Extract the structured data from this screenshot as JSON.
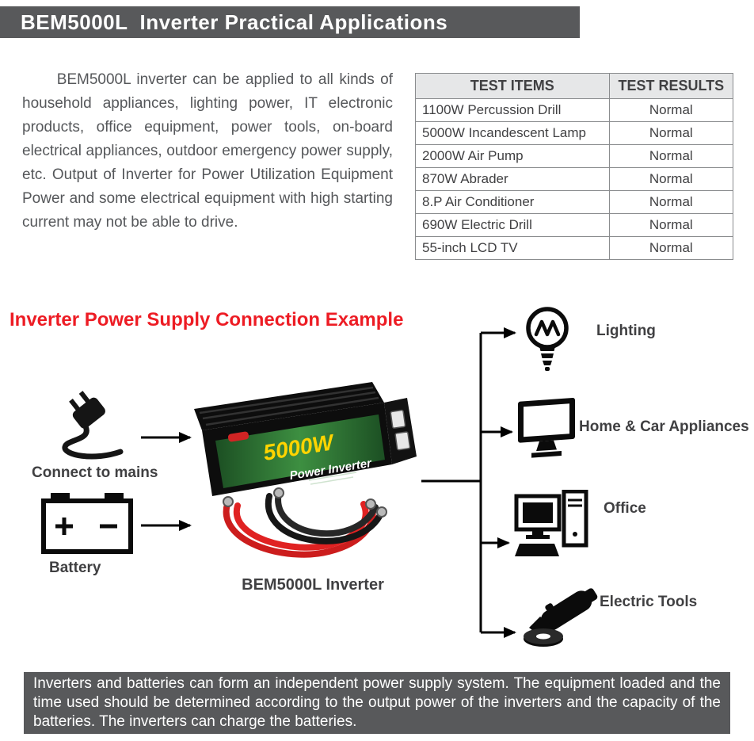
{
  "header": {
    "title": "BEM5000L  Inverter Practical Applications"
  },
  "intro": {
    "text": "BEM5000L inverter can be applied to all kinds of household appliances, lighting power, IT electronic products, office equipment, power tools, on-board electrical appliances, outdoor emergency power supply, etc. Output of Inverter for Power Utilization Equipment Power and some electrical equipment with high starting current may not be able to drive."
  },
  "test_table": {
    "headers": [
      "TEST ITEMS",
      "TEST RESULTS"
    ],
    "rows": [
      [
        "1100W Percussion Drill",
        "Normal"
      ],
      [
        "5000W Incandescent Lamp",
        "Normal"
      ],
      [
        "2000W Air Pump",
        "Normal"
      ],
      [
        "870W Abrader",
        "Normal"
      ],
      [
        "8.P Air Conditioner",
        "Normal"
      ],
      [
        "690W Electric Drill",
        "Normal"
      ],
      [
        "55-inch LCD TV",
        "Normal"
      ]
    ]
  },
  "diagram": {
    "title": "Inverter Power Supply Connection Example",
    "sources": [
      {
        "icon": "plug-icon",
        "label": "Connect to mains"
      },
      {
        "icon": "battery-icon",
        "label": "Battery"
      }
    ],
    "inverter": {
      "wattage": "5000W",
      "subtitle": "Power Inverter",
      "caption": "BEM5000L Inverter"
    },
    "loads": [
      {
        "icon": "light-bulb-icon",
        "label": "Lighting"
      },
      {
        "icon": "tv-icon",
        "label": "Home & Car Appliances"
      },
      {
        "icon": "desktop-computer-icon",
        "label": "Office"
      },
      {
        "icon": "angle-grinder-icon",
        "label": "Electric Tools"
      }
    ]
  },
  "footer": {
    "text": "Inverters and batteries can form an independent power supply system. The equipment loaded and the time used should be determined according to the output power of the inverters and the capacity of the batteries. The inverters can charge the batteries."
  },
  "colors": {
    "banner_bg": "#58595b",
    "accent_red": "#ed1c24",
    "table_header_bg": "#e6e7e8",
    "table_border": "#8a8c8e",
    "text": "#404042",
    "inverter_badge_yellow": "#ffd400",
    "cable_red": "#cc1d1d"
  }
}
